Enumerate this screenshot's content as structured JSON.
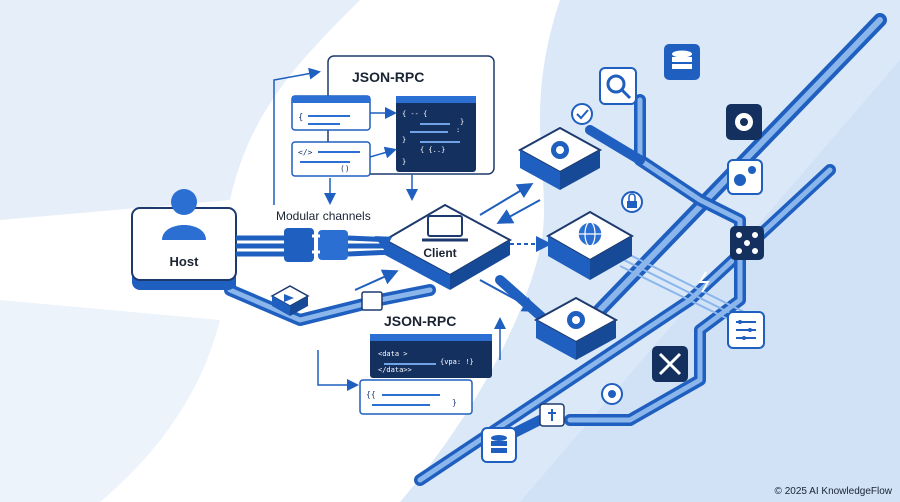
{
  "host": {
    "label": "Host"
  },
  "client": {
    "label": "Client"
  },
  "labels": {
    "modular_channels": "Modular channels",
    "jsonrpc_top": "JSON-RPC",
    "jsonrpc_bottom": "JSON-RPC"
  },
  "code_top": {
    "win1_line": "{",
    "win2_tag": "</>",
    "win2_line": "()",
    "dark_lines": [
      "{ -- {",
      "}",
      ":",
      "}",
      "{ {..}",
      "}"
    ]
  },
  "code_bottom": {
    "dark_lines": [
      "<data >",
      "{vpa: !}",
      "</data>>"
    ],
    "light_lines": [
      "{{",
      "}"
    ]
  },
  "icons": [
    "user-icon",
    "laptop-icon",
    "plug-icon",
    "search-icon",
    "database-icon",
    "gear-icon",
    "gears-icon",
    "network-icon",
    "sliders-icon",
    "tools-icon",
    "globe-icon",
    "lock-icon",
    "check-icon",
    "usb-icon",
    "power-icon"
  ],
  "colors": {
    "primary": "#1f5fbf",
    "dark": "#1d3a6e",
    "light": "#dbe9fb",
    "bg": "#eef4fc"
  },
  "footer": {
    "copyright": "© 2025 AI KnowledgeFlow"
  }
}
